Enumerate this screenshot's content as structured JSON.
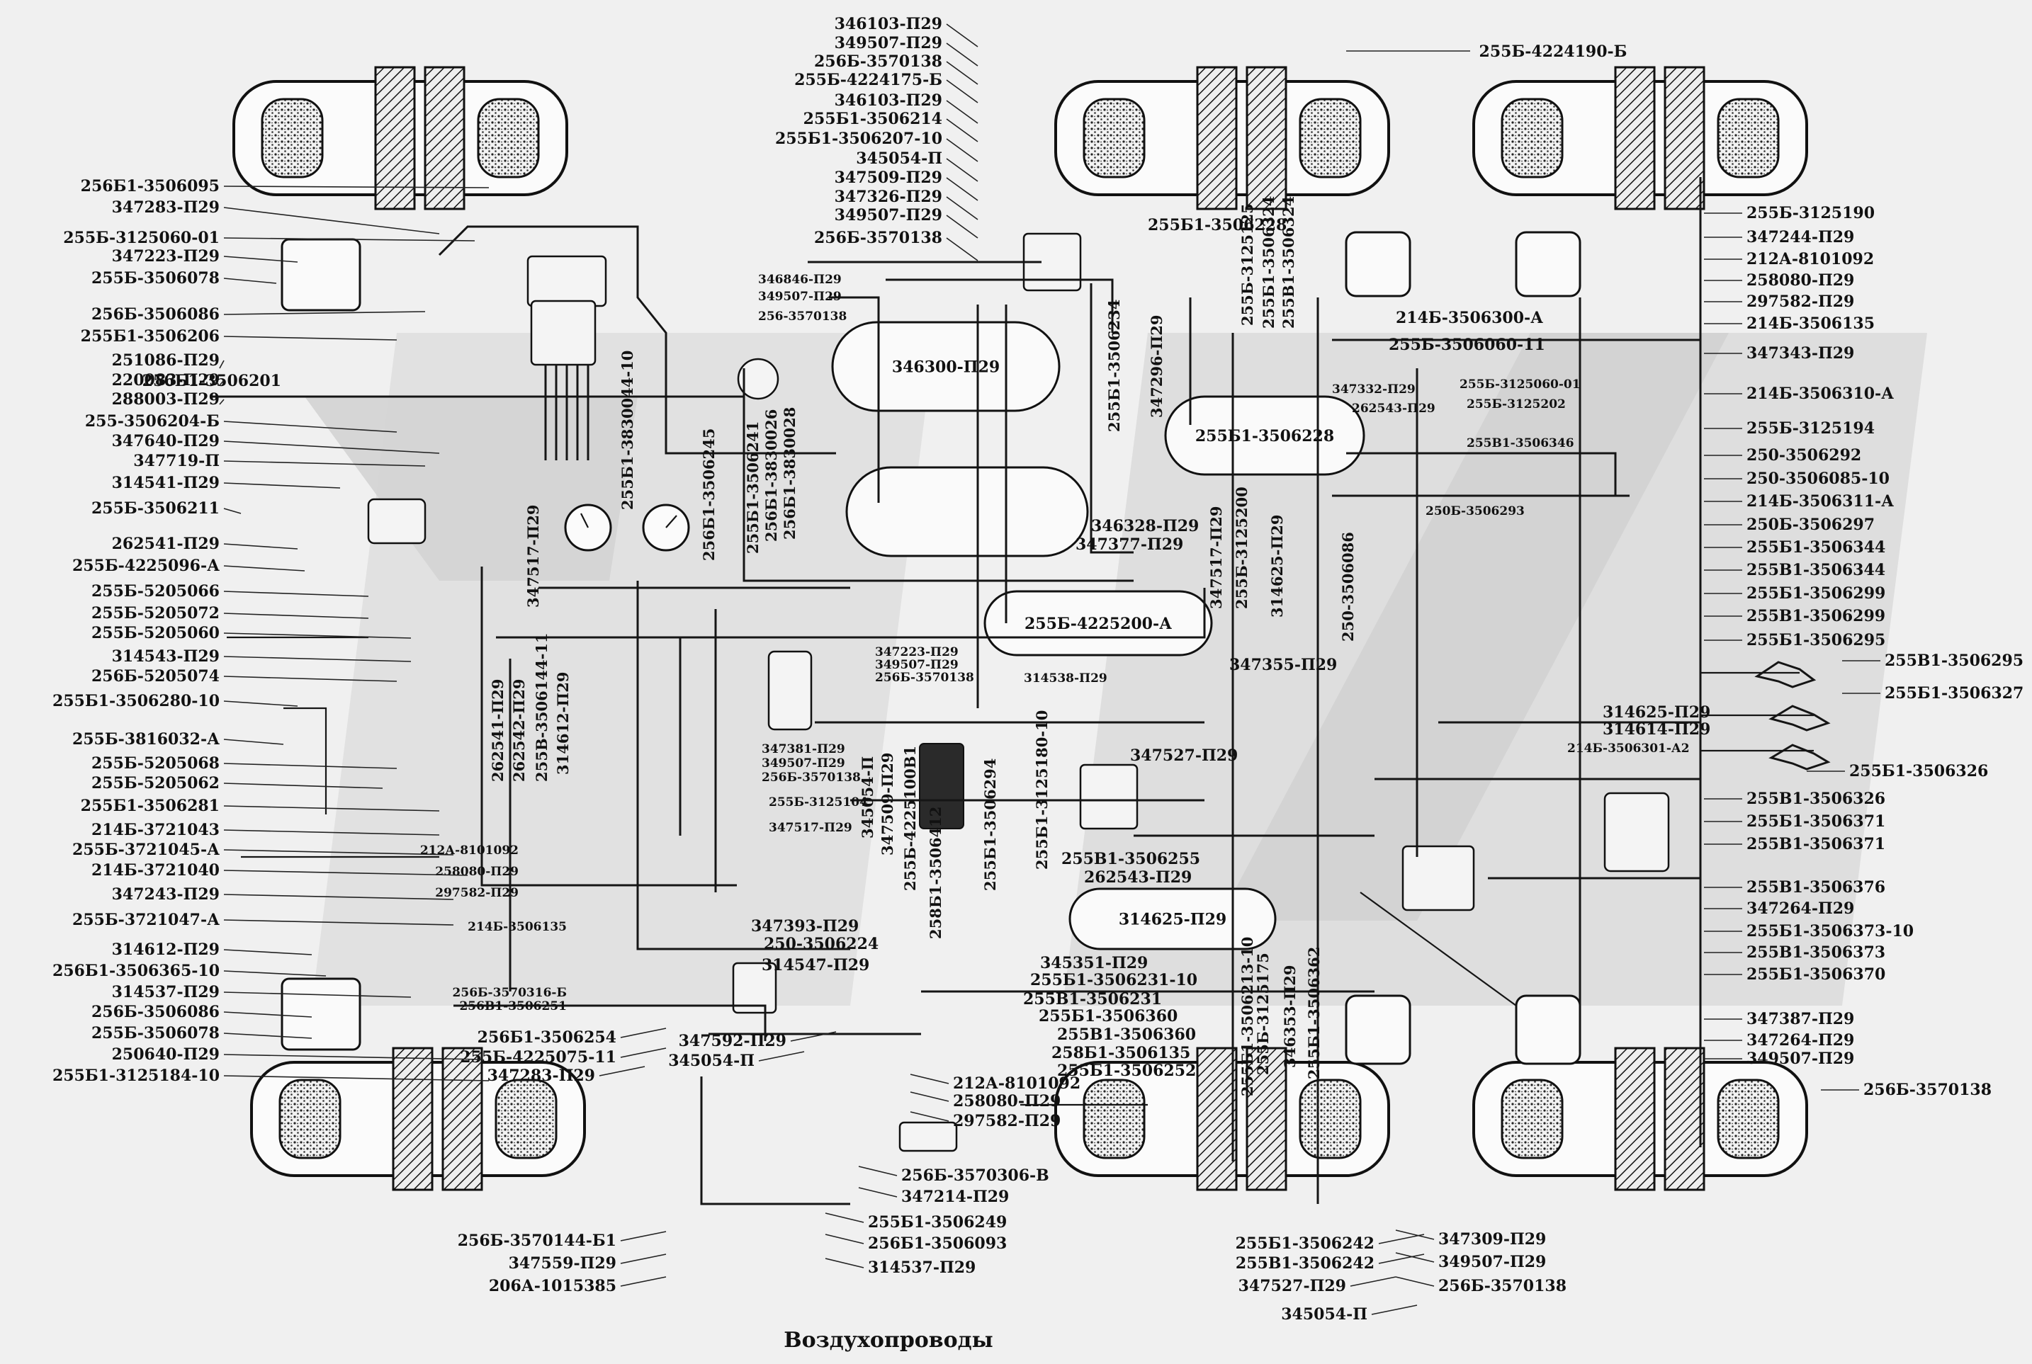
{
  "caption": "Воздухопроводы",
  "wheels": [
    {
      "name": "front-left"
    },
    {
      "name": "front-right"
    },
    {
      "name": "rear-left-1"
    },
    {
      "name": "rear-left-2"
    },
    {
      "name": "rear-right-1"
    },
    {
      "name": "rear-right-2"
    }
  ],
  "tanks": [
    {
      "name": "receiver-1",
      "label": "346300-П29"
    },
    {
      "name": "receiver-2",
      "label": ""
    },
    {
      "name": "receiver-3",
      "label": "255Б1-3506228"
    },
    {
      "name": "receiver-4",
      "label": "255Б-4225200-А"
    },
    {
      "name": "receiver-5",
      "label": "314625-П29"
    }
  ],
  "labels_left": [
    "256Б1-3506095",
    "347283-П29",
    "255Б-3125060-01",
    "347223-П29",
    "255Б-3506078",
    "256Б-3506086",
    "255Б1-3506206",
    "251086-П29",
    "220083-П29",
    "288003-П29",
    "255-3506204-Б",
    "347640-П29",
    "347719-П",
    "314541-П29",
    "255Б-3506211",
    "262541-П29",
    "255Б-4225096-А",
    "255Б-5205066",
    "255Б-5205072",
    "255Б-5205060",
    "314543-П29",
    "256Б-5205074",
    "255Б1-3506280-10",
    "255Б-3816032-А",
    "255Б-5205068",
    "255Б-5205062",
    "255Б1-3506281",
    "214Б-3721043",
    "255Б-3721045-А",
    "214Б-3721040",
    "347243-П29",
    "255Б-3721047-А",
    "314612-П29",
    "256Б1-3506365-10",
    "314537-П29",
    "256Б-3506086",
    "255Б-3506078",
    "250640-П29",
    "255Б1-3125184-10"
  ],
  "labels_top_center": [
    "346103-П29",
    "349507-П29",
    "256Б-3570138",
    "255Б-4224175-Б",
    "346103-П29",
    "255Б1-3506214",
    "255Б1-3506207-10",
    "345054-П",
    "347509-П29",
    "347326-П29",
    "349507-П29",
    "256Б-3570138"
  ],
  "labels_top_right": [
    "255Б-4224190-Б",
    "255Б1-3506228"
  ],
  "labels_right": [
    "255Б-3125190",
    "347244-П29",
    "212А-8101092",
    "258080-П29",
    "297582-П29",
    "214Б-3506135",
    "347343-П29",
    "214Б-3506310-А",
    "255Б-3125194",
    "250-3506292",
    "250-3506085-10",
    "214Б-3506311-А",
    "250Б-3506297",
    "255Б1-3506344",
    "255В1-3506344",
    "255Б1-3506299",
    "255В1-3506299",
    "255Б1-3506295",
    "255В1-3506295",
    "255Б1-3506327",
    "255Б1-3506326",
    "255В1-3506326",
    "255Б1-3506371",
    "255В1-3506371",
    "255В1-3506376",
    "347264-П29",
    "255Б1-3506373-10",
    "255В1-3506373",
    "255Б1-3506370",
    "347387-П29",
    "347264-П29",
    "349507-П29",
    "256Б-3570138"
  ],
  "labels_bottom": [
    "256Б1-3506254",
    "255Б-4225075-11",
    "347283-П29",
    "347592-П29",
    "345054-П",
    "212А-8101092",
    "258080-П29",
    "297582-П29",
    "256Б-3570306-В",
    "347214-П29",
    "255Б1-3506249",
    "256Б1-3506093",
    "314537-П29",
    "256Б-3570144-Б1",
    "347559-П29",
    "206А-1015385",
    "255Б1-3506242",
    "255В1-3506242",
    "347527-П29",
    "345054-П",
    "347309-П29",
    "349507-П29",
    "256Б-3570138"
  ],
  "labels_inner": [
    "256Б1-3506201",
    "346846-П29",
    "349507-П29",
    "256-3570138",
    "346328-П29",
    "347377-П29",
    "214Б-3506300-А",
    "255Б-3506060-11",
    "347332-П29",
    "255Б-3125060-01",
    "255Б-3125202",
    "262543-П29",
    "255В1-3506346",
    "250Б-3506293",
    "347355-П29",
    "314538-П29",
    "347223-П29",
    "349507-П29",
    "256Б-3570138",
    "347381-П29",
    "349507-П29",
    "256Б-3570138",
    "255Б-3125104",
    "347517-П29",
    "347527-П29",
    "314625-П29",
    "314614-П29",
    "214Б-3506301-А2",
    "255В1-3506255",
    "262543-П29",
    "212А-8101092",
    "258080-П29",
    "297582-П29",
    "214Б-3506135",
    "256Б-3570316-Б",
    "256В1-3506251",
    "347393-П29",
    "250-3506224",
    "314547-П29",
    "345351-П29",
    "255Б1-3506231-10",
    "255В1-3506231",
    "255Б1-3506360",
    "255В1-3506360",
    "258Б1-3506135",
    "255Б1-3506252"
  ],
  "labels_vertical": [
    "255Б1-3830044-10",
    "256Б1-3506245",
    "255Б1-3506241",
    "256Б1-3830026",
    "256Б1-3830028",
    "347517-П29",
    "262541-П29",
    "262542-П29",
    "255В-3506144-11",
    "314612-П29",
    "255Б1-3506234",
    "347296-П29",
    "255Б-3125125",
    "255Б1-3506324",
    "255В1-3506324",
    "347517-П29",
    "255Б-3125200",
    "314625-П29",
    "250-3506086",
    "345054-П",
    "347509-П29",
    "255Б-4225100В1",
    "258Б1-3506412",
    "255Б1-3506294",
    "255Б1-3125180-10",
    "255Б1-3506213-10",
    "255Б-3125175",
    "346353-П29",
    "255Б1-3506362"
  ]
}
